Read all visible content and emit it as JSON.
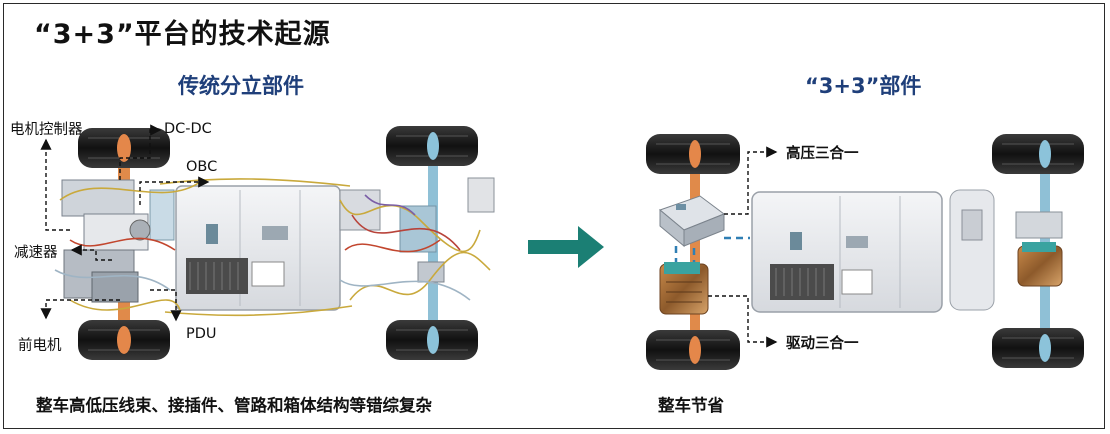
{
  "title": "“3+3”平台的技术起源",
  "left_panel": {
    "heading": "传统分立部件",
    "labels": {
      "motor_controller": "电机控制器",
      "dcdc": "DC-DC",
      "obc": "OBC",
      "reducer": "减速器",
      "front_motor": "前电机",
      "pdu": "PDU"
    },
    "caption": "整车高低压线束、接插件、管路和箱体结构等错综复杂"
  },
  "right_panel": {
    "heading": "“3+3”部件",
    "labels": {
      "hv_three_in_one": "高压三合一",
      "drive_three_in_one": "驱动三合一"
    },
    "caption": "整车节省"
  },
  "colors": {
    "heading": "#1f3f7a",
    "arrow": "#1b7f74",
    "tire": "#1e1e1e",
    "axle_orange": "#d9773b",
    "axle_blue": "#7fb6cf"
  }
}
